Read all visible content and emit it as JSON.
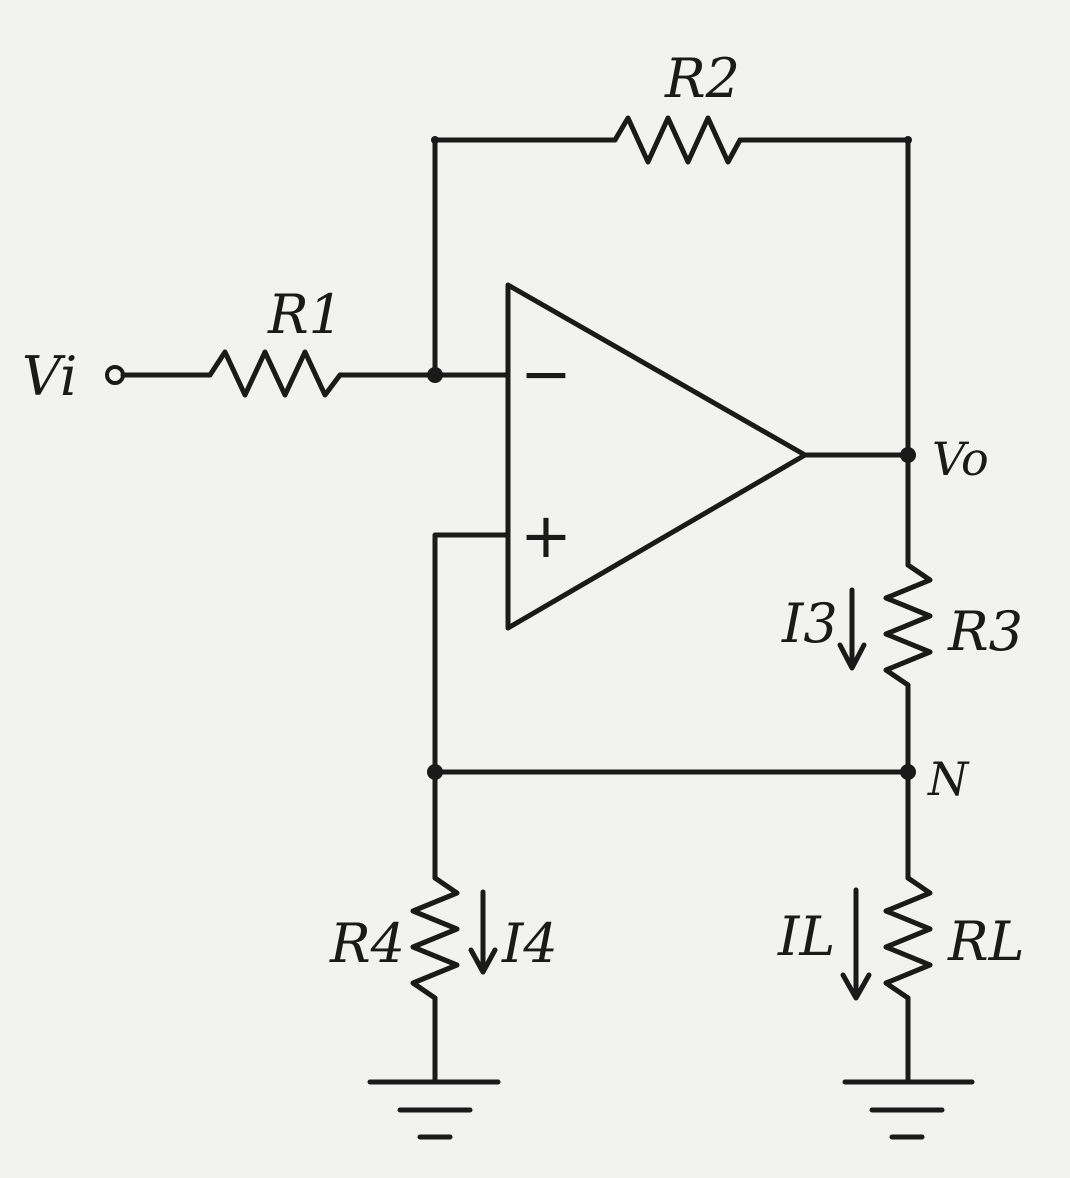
{
  "labels": {
    "vi": "Vi",
    "vo": "Vo",
    "n": "N",
    "r1": "R1",
    "r2": "R2",
    "r3": "R3",
    "r4": "R4",
    "rl": "RL",
    "i3": "I3",
    "i4": "I4",
    "il": "IL",
    "minus": "−",
    "plus": "+"
  }
}
